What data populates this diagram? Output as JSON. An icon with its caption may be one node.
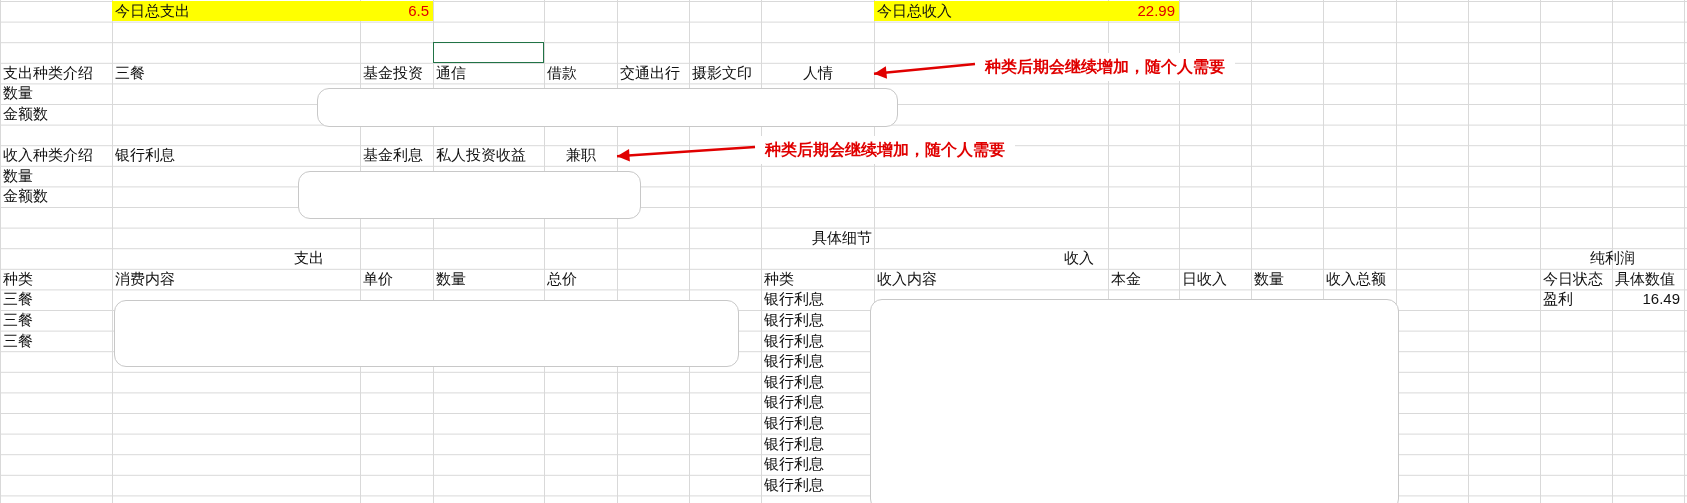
{
  "diagram": {
    "nodes": [
      {
        "text": [
          "人情"
        ]
      },
      {
        "text": [
          "种类后期会继续增加，随个人需要"
        ]
      },
      {
        "text": [
          "兼职"
        ]
      },
      {
        "text": [
          "种类后期会继续增加，随个人需要"
        ]
      }
    ],
    "edges": [
      {
        "from": 1,
        "to": 0,
        "arrow": "to",
        "color": "#e00000"
      },
      {
        "from": 3,
        "to": 2,
        "arrow": "to",
        "color": "#e00000"
      }
    ],
    "labels": [
      "今日总支出",
      "6.5",
      "今日总收入",
      "22.99",
      "支出种类介绍",
      "三餐",
      "基金投资",
      "通信",
      "借款",
      "交通出行",
      "摄影文印",
      "数量",
      "金额数",
      "收入种类介绍",
      "银行利息",
      "基金利息",
      "私人投资收益",
      "数量",
      "金额数",
      "具体细节",
      "支出",
      "收入",
      "纯利润",
      "种类",
      "消费内容",
      "单价",
      "数量",
      "总价",
      "种类",
      "收入内容",
      "本金",
      "日收入",
      "数量",
      "收入总额",
      "今日状态",
      "具体数值",
      "三餐",
      "银行利息",
      "盈利",
      "16.49",
      "三餐",
      "银行利息",
      "三餐",
      "银行利息",
      "银行利息",
      "银行利息",
      "银行利息",
      "银行利息",
      "银行利息",
      "银行利息",
      "银行利息"
    ]
  }
}
